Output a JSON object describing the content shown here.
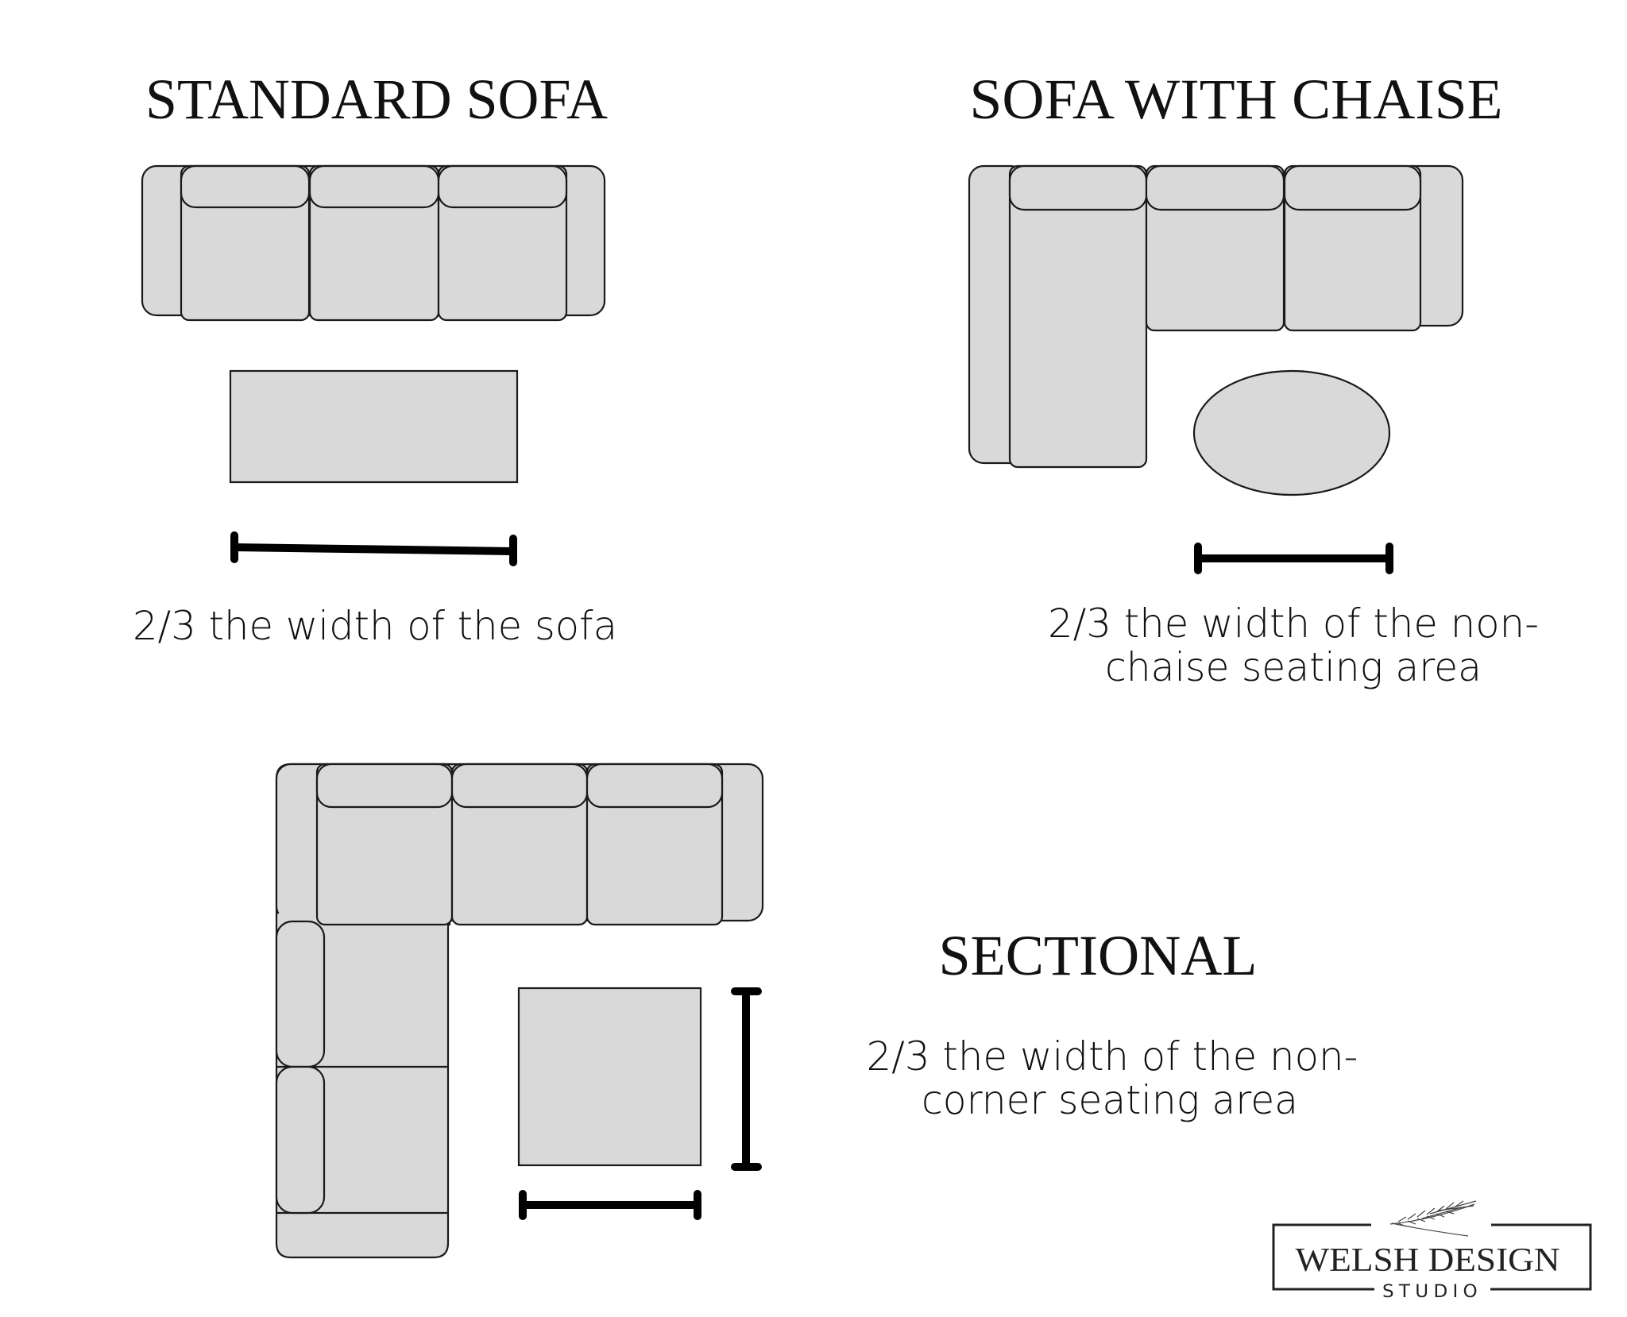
{
  "colors": {
    "background": "#ffffff",
    "furniture_fill": "#d9d9d9",
    "outline": "#1a1a1a",
    "measure_line": "#000000",
    "text": "#111111"
  },
  "sections": [
    {
      "id": "standard-sofa",
      "title": "STANDARD SOFA",
      "caption_lines": [
        "2/3 the width of the sofa"
      ],
      "table_shape": "rectangle"
    },
    {
      "id": "sofa-with-chaise",
      "title": "SOFA WITH CHAISE",
      "caption_lines": [
        "2/3 the width of the non-",
        "chaise seating area"
      ],
      "table_shape": "oval"
    },
    {
      "id": "sectional",
      "title": "SECTIONAL",
      "caption_lines": [
        "2/3 the width of the non-",
        "corner seating area"
      ],
      "table_shape": "square"
    }
  ],
  "logo": {
    "name": "WELSH DESIGN",
    "subtitle": "STUDIO",
    "icon": "wheat-icon"
  }
}
